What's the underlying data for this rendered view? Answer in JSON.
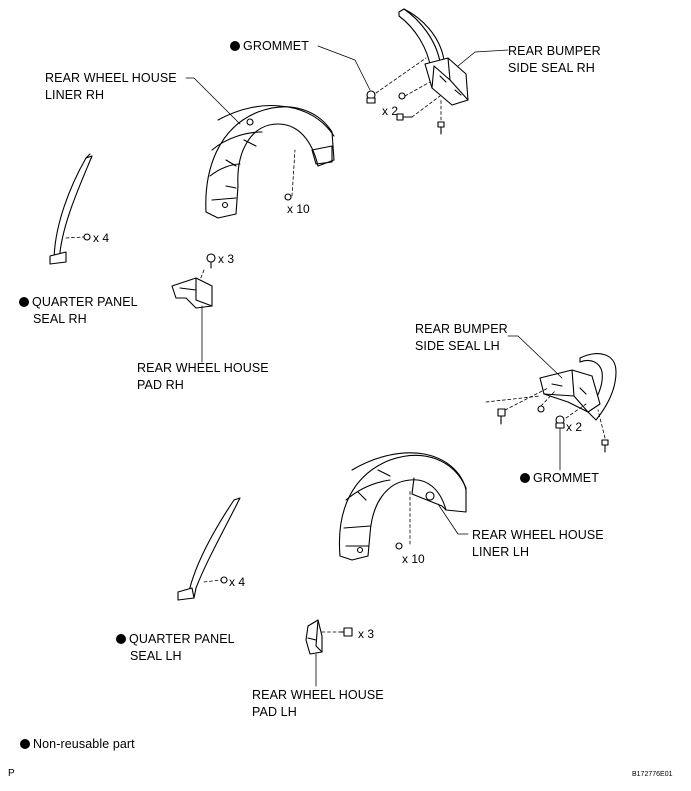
{
  "labels": {
    "grommet_rh": "GROMMET",
    "bumper_seal_rh_1": "REAR BUMPER",
    "bumper_seal_rh_2": "SIDE SEAL RH",
    "liner_rh_1": "REAR WHEEL HOUSE",
    "liner_rh_2": "LINER RH",
    "quarter_rh_1": "QUARTER PANEL",
    "quarter_rh_2": "SEAL RH",
    "pad_rh_1": "REAR WHEEL HOUSE",
    "pad_rh_2": "PAD RH",
    "bumper_seal_lh_1": "REAR BUMPER",
    "bumper_seal_lh_2": "SIDE SEAL LH",
    "grommet_lh": "GROMMET",
    "liner_lh_1": "REAR WHEEL HOUSE",
    "liner_lh_2": "LINER LH",
    "quarter_lh_1": "QUARTER PANEL",
    "quarter_lh_2": "SEAL LH",
    "pad_lh_1": "REAR WHEEL HOUSE",
    "pad_lh_2": "PAD LH"
  },
  "quantities": {
    "grommet_rh": "x 2",
    "liner_rh_clips": "x 10",
    "quarter_rh_clips": "x 4",
    "pad_rh_clips": "x 3",
    "grommet_lh": "x 2",
    "liner_lh_clips": "x 10",
    "quarter_lh_clips": "x 4",
    "pad_lh_clips": "x 3"
  },
  "legend": {
    "non_reusable": "Non-reusable part"
  },
  "footer": {
    "page_mark": "P",
    "figure_code": "B172776E01"
  }
}
